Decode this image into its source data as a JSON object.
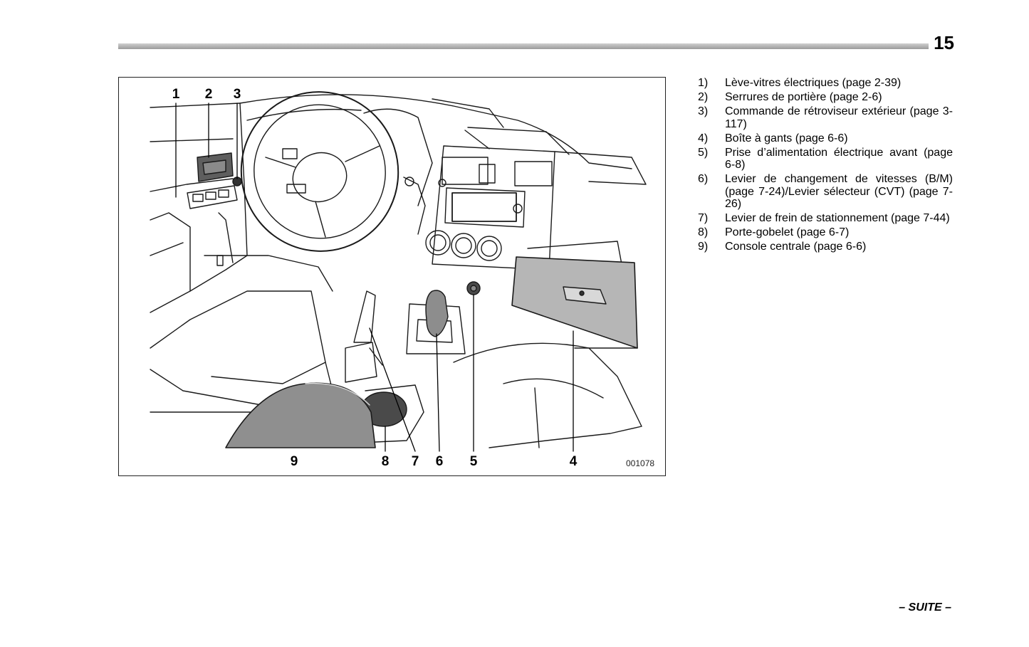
{
  "page": {
    "number": "15",
    "continue_label": "– SUITE –"
  },
  "figure": {
    "code": "001078",
    "callouts": {
      "c1": "1",
      "c2": "2",
      "c3": "3",
      "c4": "4",
      "c5": "5",
      "c6": "6",
      "c7": "7",
      "c8": "8",
      "c9": "9"
    }
  },
  "legend": [
    {
      "num": "1)",
      "text": "Lève-vitres électriques (page 2-39)"
    },
    {
      "num": "2)",
      "text": "Serrures de portière (page 2-6)"
    },
    {
      "num": "3)",
      "text": "Commande de rétroviseur extérieur (page 3-117)"
    },
    {
      "num": "4)",
      "text": "Boîte à gants (page 6-6)"
    },
    {
      "num": "5)",
      "text": "Prise d’alimentation électrique avant (page 6-8)"
    },
    {
      "num": "6)",
      "text": "Levier de changement de vitesses (B/M) (page 7-24)/Levier sélecteur (CVT) (page 7-26)"
    },
    {
      "num": "7)",
      "text": "Levier de frein de stationnement (page 7-44)"
    },
    {
      "num": "8)",
      "text": "Porte-gobelet (page 6-7)"
    },
    {
      "num": "9)",
      "text": "Console centrale (page 6-6)"
    }
  ]
}
